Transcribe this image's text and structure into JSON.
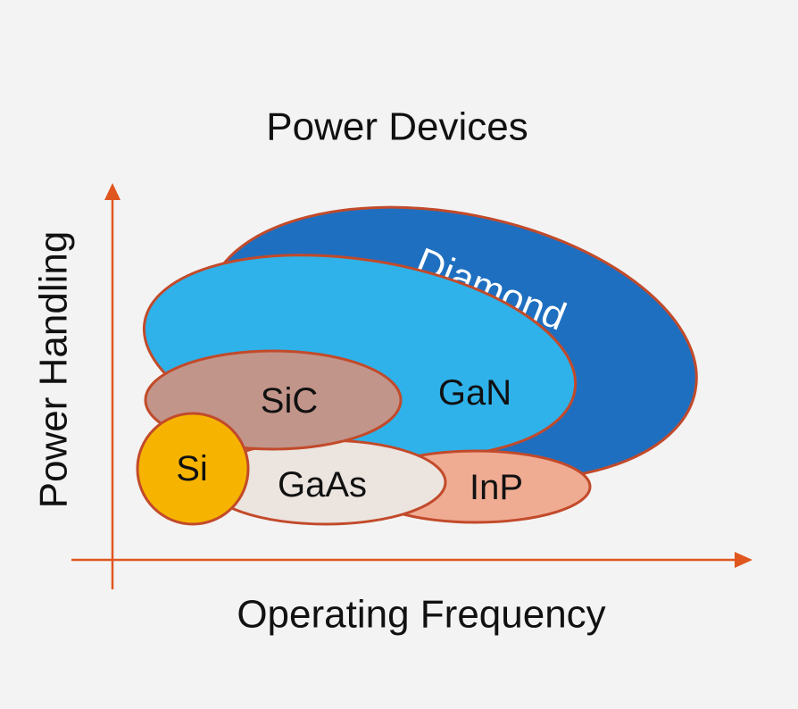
{
  "title": "Power Devices",
  "axes": {
    "y_label": "Power Handling",
    "x_label": "Operating Frequency",
    "axis_color": "#e0561f"
  },
  "regions": [
    {
      "id": "diamond",
      "label": "Diamond",
      "fill": "#1f6fc0",
      "stroke": "#c24a2a",
      "text_color": "#ffffff"
    },
    {
      "id": "gan",
      "label": "GaN",
      "fill": "#2fb2ea",
      "stroke": "#c24a2a",
      "text_color": "#111111"
    },
    {
      "id": "inp",
      "label": "InP",
      "fill": "#f0ab93",
      "stroke": "#c24a2a",
      "text_color": "#111111"
    },
    {
      "id": "gaas",
      "label": "GaAs",
      "fill": "#ebe4df",
      "stroke": "#c24a2a",
      "text_color": "#111111"
    },
    {
      "id": "sic",
      "label": "SiC",
      "fill": "#c2958a",
      "stroke": "#c24a2a",
      "text_color": "#111111"
    },
    {
      "id": "si",
      "label": "Si",
      "fill": "#f6b400",
      "stroke": "#c24a2a",
      "text_color": "#111111"
    }
  ]
}
